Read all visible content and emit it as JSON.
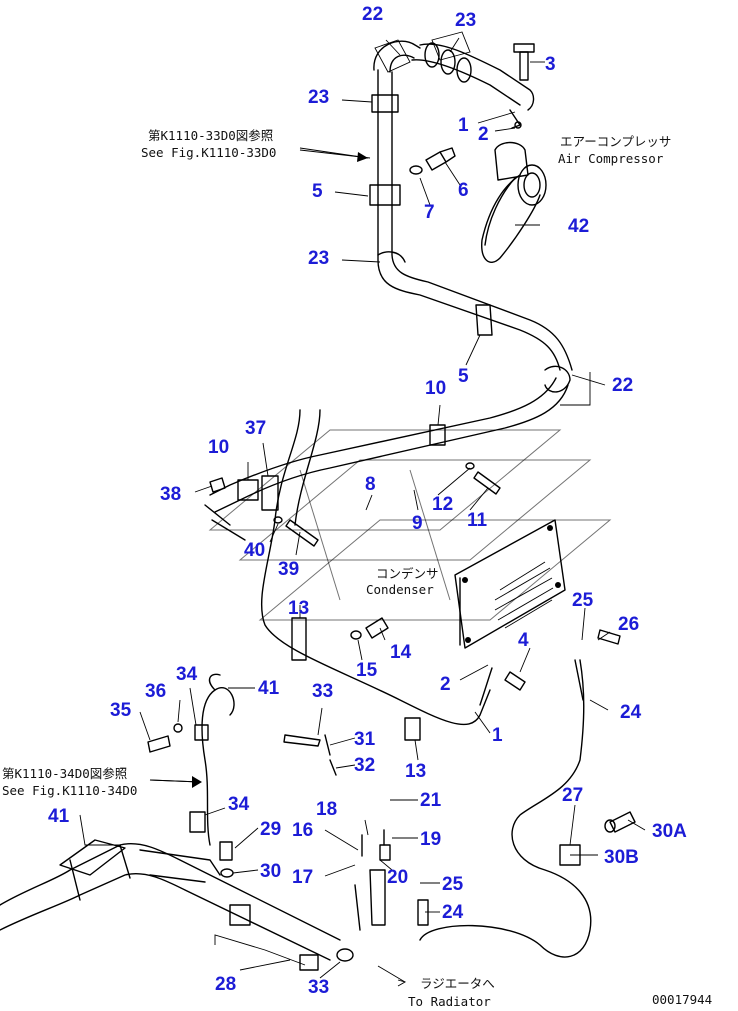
{
  "callouts": {
    "c22a": "22",
    "c23a": "23",
    "c3": "3",
    "c23b": "23",
    "c1a": "1",
    "c2a": "2",
    "c5a": "5",
    "c6": "6",
    "c7": "7",
    "c42": "42",
    "c23c": "23",
    "c5b": "5",
    "c22b": "22",
    "c10a": "10",
    "c37": "37",
    "c10b": "10",
    "c38": "38",
    "c8": "8",
    "c12": "12",
    "c9": "9",
    "c11": "11",
    "c40": "40",
    "c39": "39",
    "c13a": "13",
    "c25a": "25",
    "c26": "26",
    "c4": "4",
    "c14": "14",
    "c15": "15",
    "c2b": "2",
    "c34a": "34",
    "c41a": "41",
    "c36": "36",
    "c35": "35",
    "c33a": "33",
    "c24a": "24",
    "c1b": "1",
    "c31": "31",
    "c13b": "13",
    "c32": "32",
    "c27": "27",
    "c18": "18",
    "c21": "21",
    "c34b": "34",
    "c41b": "41",
    "c29": "29",
    "c16": "16",
    "c19": "19",
    "c30a": "30A",
    "c30b": "30B",
    "c30": "30",
    "c17": "17",
    "c20": "20",
    "c25b": "25",
    "c24b": "24",
    "c28": "28",
    "c33b": "33"
  },
  "notes": {
    "fig_ref_top_jp": "第K1110-33D0図参照",
    "fig_ref_top_en": "See Fig.K1110-33D0",
    "compressor_jp": "エアーコンプレッサ",
    "compressor_en": "Air Compressor",
    "condenser_jp": "コンデンサ",
    "condenser_en": "Condenser",
    "fig_ref_mid_jp": "第K1110-34D0図参照",
    "fig_ref_mid_en": "See Fig.K1110-34D0",
    "radiator_jp": "ラジエータへ",
    "radiator_en": "To Radiator",
    "drawing_number": "00017944"
  },
  "colors": {
    "callout": "#1c1cd6",
    "line": "#000000",
    "background": "#ffffff"
  }
}
